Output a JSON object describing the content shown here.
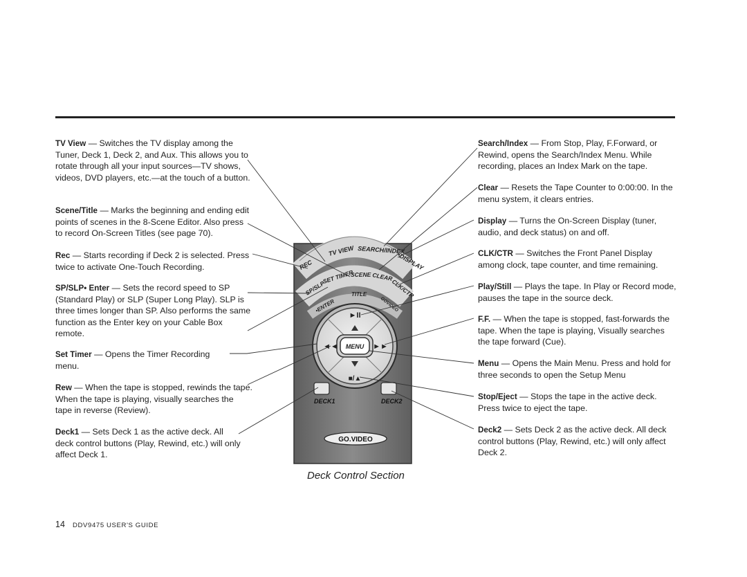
{
  "left_entries": [
    {
      "term": "TV View",
      "text": "— Switches the TV display among the Tuner, Deck 1, Deck 2, and Aux. This allows you to rotate through all your input sources—TV shows, videos, DVD players, etc.—at the touch of a button."
    },
    {
      "term": "Scene/Title",
      "text": "— Marks the beginning and ending edit points of scenes in the 8-Scene Editor. Also press to record On-Screen Titles (see page 70)."
    },
    {
      "term": "Rec",
      "text": "— Starts recording if Deck 2 is selected. Press twice to activate One-Touch Recording."
    },
    {
      "term": "SP/SLP• Enter",
      "text": "— Sets the record speed to SP (Standard Play) or SLP (Super Long Play). SLP is three times longer than SP. Also performs the same function as the Enter key on your Cable Box remote."
    },
    {
      "term": "Set Timer",
      "text": "— Opens the Timer Recording menu."
    },
    {
      "term": "Rew",
      "text": "— When the tape is stopped, rewinds the tape. When the tape is playing, visually searches the tape in reverse (Review)."
    },
    {
      "term": "Deck1",
      "text": "— Sets Deck 1 as the active deck. All deck control buttons (Play, Rewind, etc.) will only affect Deck 1."
    }
  ],
  "right_entries": [
    {
      "term": "Search/Index",
      "text": "— From Stop, Play, F.Forward, or Rewind, opens the Search/Index Menu. While recording, places an Index Mark on the tape."
    },
    {
      "term": "Clear",
      "text": "— Resets the Tape Counter to 0:00:00. In the menu system, it clears entries."
    },
    {
      "term": "Display",
      "text": "— Turns the On-Screen Display (tuner, audio, and deck status) on and off."
    },
    {
      "term": "CLK/CTR",
      "text": "— Switches the Front Panel Display among clock, tape counter, and time remaining."
    },
    {
      "term": "Play/Still",
      "text": "— Plays the tape. In Play or Record mode, pauses the tape in the source deck."
    },
    {
      "term": "F.F.",
      "text": "— When the tape is stopped, fast-forwards the tape. When the tape is playing, Visually searches the tape forward (Cue)."
    },
    {
      "term": "Menu",
      "text": "— Opens the Main Menu. Press and hold for three seconds to open the Setup Menu"
    },
    {
      "term": "Stop/Eject",
      "text": "— Stops the tape in the active deck. Press twice to eject the tape."
    },
    {
      "term": "Deck2",
      "text": "— Sets Deck 2 as the active deck. All deck control buttons (Play, Rewind, etc.) will only affect Deck 2."
    }
  ],
  "remote": {
    "labels": {
      "rec": "REC",
      "tv_view": "TV VIEW",
      "search_index": "SEARCH/INDEX",
      "display": "•DISPLAY",
      "sp_slp": "SP/SLP",
      "set_timer": "SET TIMER",
      "scene": "SCENE",
      "clear": "CLEAR",
      "clk_ctr": "CLK/CTR",
      "enter": "•ENTER",
      "title": "TITLE",
      "go_video_small": "GOVIDEO",
      "menu": "MENU",
      "play": "►II",
      "rew": "◄◄",
      "ff": "►►",
      "stop_eject": "■/▲",
      "deck1": "DECK1",
      "deck2": "DECK2",
      "brand": "GO.VIDEO"
    }
  },
  "caption": "Deck Control Section",
  "footer": {
    "page": "14",
    "title": "DDV9475 USER'S GUIDE"
  }
}
